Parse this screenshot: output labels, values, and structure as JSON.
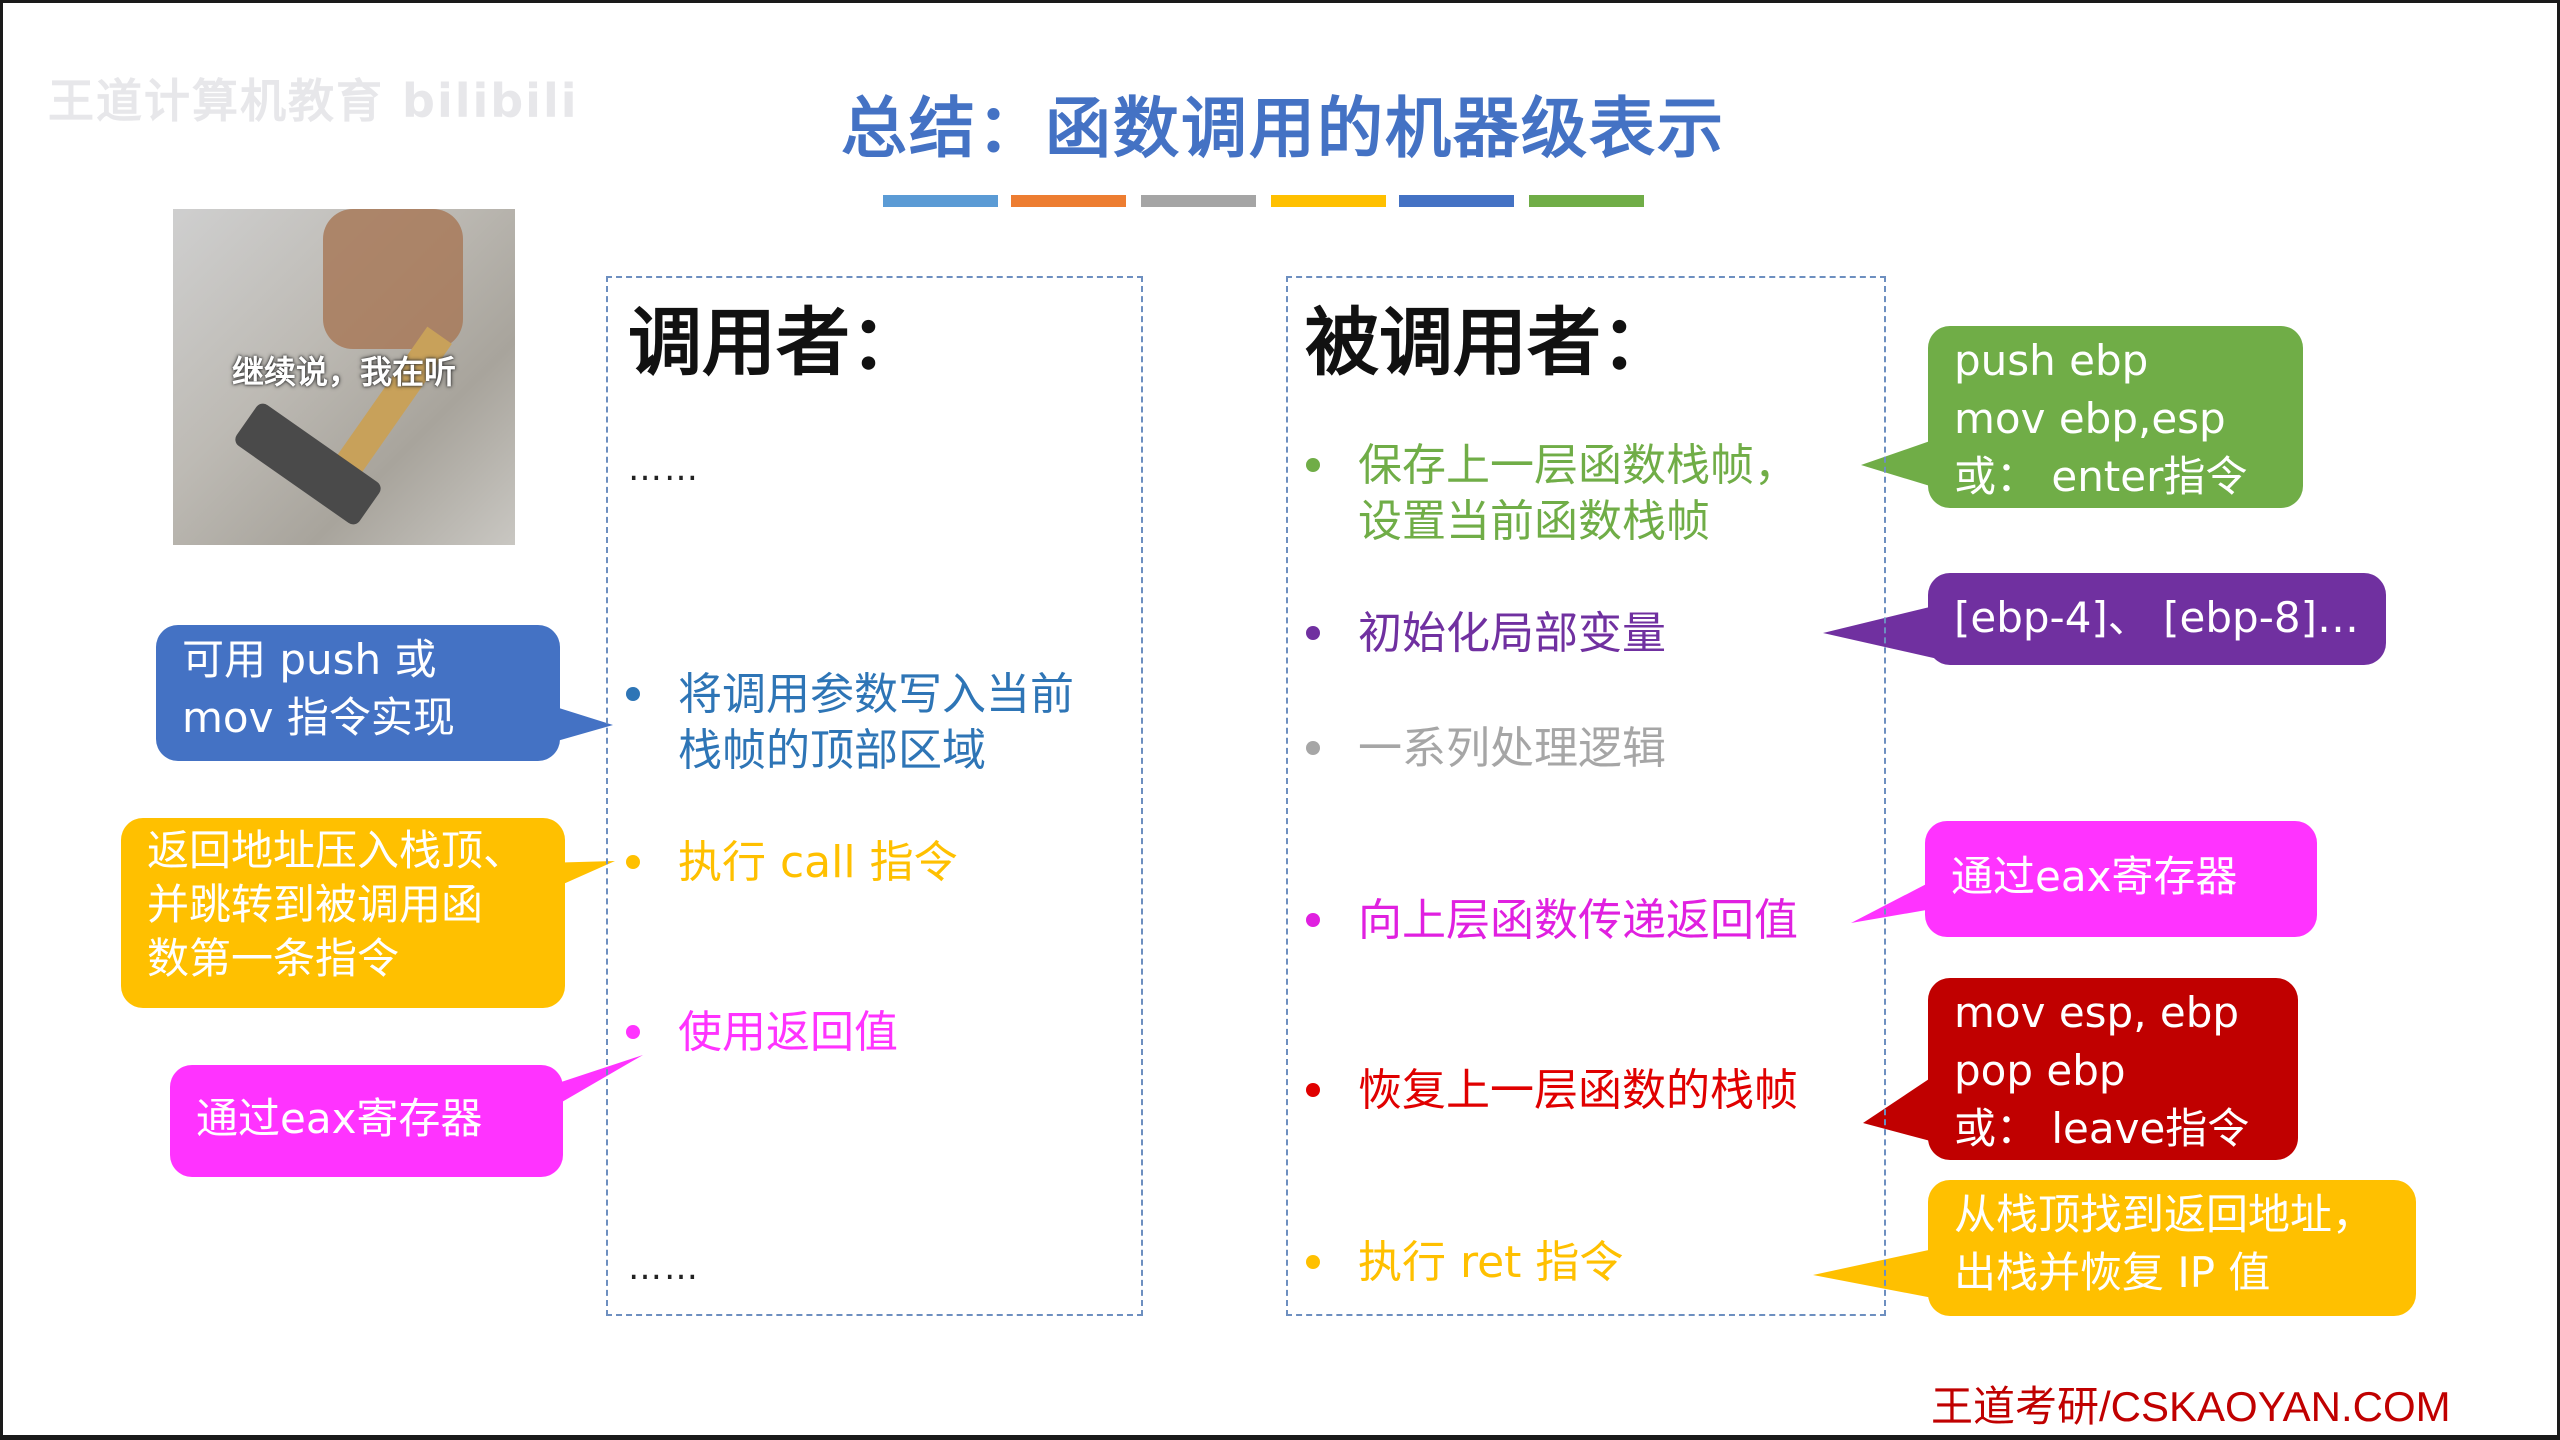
{
  "watermark": "王道计算机教育 bilibili",
  "title": "总结：函数调用的机器级表示",
  "color_bars": [
    "#5b9bd5",
    "#ed7d31",
    "#a5a5a5",
    "#ffc000",
    "#4472c4",
    "#70ad47"
  ],
  "meme": {
    "caption": "继续说，我在听"
  },
  "caller": {
    "heading": "调用者：",
    "dots_top": "……",
    "dots_bottom": "……",
    "items": [
      {
        "text_lines": [
          "将调用参数写入当前",
          "栈帧的顶部区域"
        ],
        "color": "#2e75b6"
      },
      {
        "text_lines": [
          "执行 call 指令"
        ],
        "color": "#ffc000"
      },
      {
        "text_lines": [
          "使用返回值"
        ],
        "color": "#ff33ff"
      }
    ],
    "notes": [
      {
        "lines": [
          "可用 push 或",
          "mov 指令实现"
        ],
        "color": "#4472c4"
      },
      {
        "lines": [
          "返回地址压入栈顶、",
          "并跳转到被调用函",
          "数第一条指令"
        ],
        "color": "#ffc000"
      },
      {
        "lines": [
          "通过eax寄存器"
        ],
        "color": "#ff33ff"
      }
    ]
  },
  "callee": {
    "heading": "被调用者：",
    "items": [
      {
        "text_lines": [
          "保存上一层函数栈帧，",
          "设置当前函数栈帧"
        ],
        "color": "#70ad47"
      },
      {
        "text_lines": [
          "初始化局部变量"
        ],
        "color": "#7030a0"
      },
      {
        "text_lines": [
          "一系列处理逻辑"
        ],
        "color": "#a6a6a6"
      },
      {
        "text_lines": [
          "向上层函数传递返回值"
        ],
        "color": "#e020e0"
      },
      {
        "text_lines": [
          "恢复上一层函数的栈帧"
        ],
        "color": "#e00000"
      },
      {
        "text_lines": [
          "执行 ret 指令"
        ],
        "color": "#ffc000"
      }
    ],
    "notes": [
      {
        "lines": [
          "push ebp",
          "mov ebp,esp",
          "或：  enter指令"
        ],
        "color": "#70ad47"
      },
      {
        "lines": [
          "[ebp-4]、 [ebp-8]…"
        ],
        "color": "#7030a0"
      },
      {
        "lines": [
          "通过eax寄存器"
        ],
        "color": "#ff33ff"
      },
      {
        "lines": [
          "mov esp, ebp",
          "pop ebp",
          "或：  leave指令"
        ],
        "color": "#c00000"
      },
      {
        "lines": [
          "从栈顶找到返回地址，",
          "出栈并恢复 IP 值"
        ],
        "color": "#ffc000"
      }
    ]
  },
  "footer": "王道考研/CSKAOYAN.COM"
}
